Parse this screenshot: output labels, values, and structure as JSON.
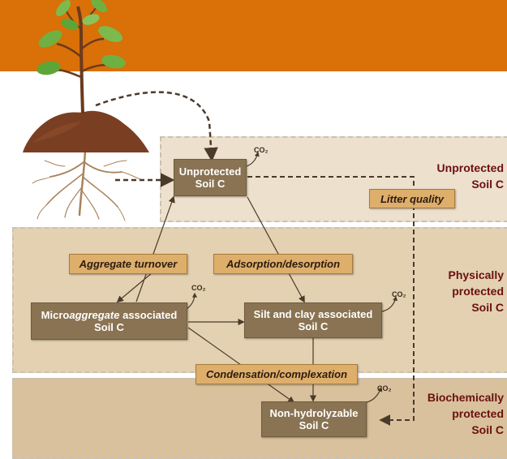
{
  "colors": {
    "header": "#d97008",
    "zone_unprotected": "#ede0cd",
    "zone_physical": "#e3d1b1",
    "zone_biochemical": "#d8c19c",
    "node_fill": "#8a7352",
    "process_fill": "#deae6b",
    "label_text": "#6b1010",
    "arrow": "#4a3a2a"
  },
  "icons": [
    "plant-icon",
    "soil-mound-icon",
    "root-system-icon"
  ],
  "nodes": {
    "unprotected": {
      "line1": "Unprotected",
      "line2": "Soil C"
    },
    "micro": {
      "line1a": "Micro",
      "line1b": "aggregate",
      "line1c": " associated",
      "line2": "Soil C"
    },
    "silt": {
      "line1": "Silt and clay associated",
      "line2": "Soil C"
    },
    "nonhydro": {
      "line1": "Non-hydrolyzable",
      "line2": "Soil C"
    }
  },
  "processes": {
    "litter": "Litter quality",
    "aggregate": "Aggregate turnover",
    "adsorption": "Adsorption/desorption",
    "condensation": "Condensation/complexation"
  },
  "zones": {
    "unprotected": {
      "line1": "Unprotected",
      "line2": "Soil C"
    },
    "physical": {
      "line1": "Physically",
      "line2": "protected",
      "line3": "Soil C"
    },
    "biochemical": {
      "line1": "Biochemically",
      "line2": "protected",
      "line3": "Soil C"
    }
  },
  "co2_label": "CO₂"
}
